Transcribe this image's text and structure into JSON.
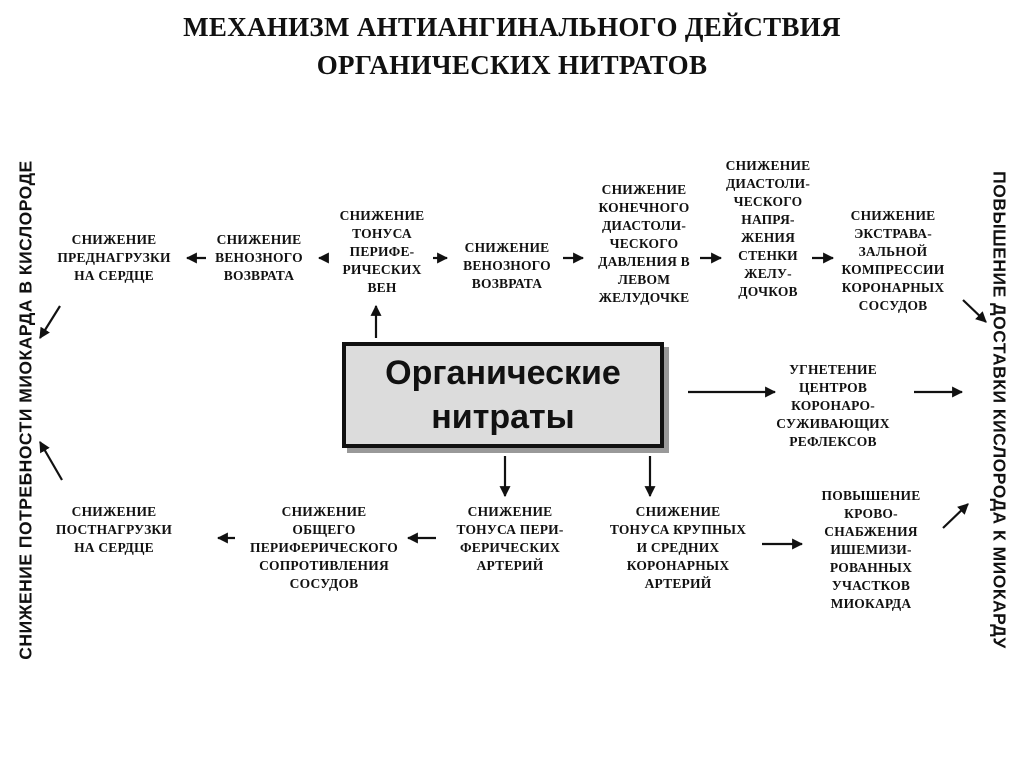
{
  "title": "МЕХАНИЗМ АНТИАНГИНАЛЬНОГО ДЕЙСТВИЯ\nОРГАНИЧЕСКИХ НИТРАТОВ",
  "central": "Органические\nнитраты",
  "side_left": "СНИЖЕНИЕ ПОТРЕБНОСТИ МИОКАРДА В КИСЛОРОДЕ",
  "side_right": "ПОВЫШЕНИЕ ДОСТАВКИ КИСЛОРОДА К МИОКАРДУ",
  "top_row": {
    "preload": "СНИЖЕНИЕ\nПРЕДНАГРУЗКИ\nНА СЕРДЦЕ",
    "venous_return_left": "СНИЖЕНИЕ\nВЕНОЗНОГО\nВОЗВРАТА",
    "venous_tone": "СНИЖЕНИЕ\nТОНУСА\nПЕРИФЕ-\nРИЧЕСКИХ\nВЕН",
    "venous_return_right": "СНИЖЕНИЕ\nВЕНОЗНОГО\nВОЗВРАТА",
    "end_diastolic_pressure": "СНИЖЕНИЕ\nКОНЕЧНОГО\nДИАСТОЛИ-\nЧЕСКОГО\nДАВЛЕНИЯ В\nЛЕВОМ\nЖЕЛУДОЧКЕ",
    "wall_tension": "СНИЖЕНИЕ\nДИАСТОЛИ-\nЧЕСКОГО\nНАПРЯ-\nЖЕНИЯ\nСТЕНКИ\nЖЕЛУ-\nДОЧКОВ",
    "extravascular_compression": "СНИЖЕНИЕ\nЭКСТРАВА-\nЗАЛЬНОЙ\nКОМПРЕССИИ\nКОРОНАРНЫХ\nСОСУДОВ"
  },
  "middle_row": {
    "reflex_inhibition": "УГНЕТЕНИЕ\nЦЕНТРОВ\nКОРОНАРО-\nСУЖИВАЮЩИХ\nРЕФЛЕКСОВ"
  },
  "bottom_row": {
    "afterload": "СНИЖЕНИЕ\nПОСТНАГРУЗКИ\nНА СЕРДЦЕ",
    "peripheral_resistance": "СНИЖЕНИЕ\nОБЩЕГО\nПЕРИФЕРИЧЕСКОГО\nСОПРОТИВЛЕНИЯ\nСОСУДОВ",
    "arterial_tone": "СНИЖЕНИЕ\nТОНУСА ПЕРИ-\nФЕРИЧЕСКИХ\nАРТЕРИЙ",
    "coronary_tone": "СНИЖЕНИЕ\nТОНУСА КРУПНЫХ\nИ СРЕДНИХ\nКОРОНАРНЫХ\nАРТЕРИЙ",
    "blood_supply": "ПОВЫШЕНИЕ\nКРОВО-\nСНАБЖЕНИЯ\nИШЕМИЗИ-\nРОВАННЫХ\nУЧАСТКОВ\nМИОКАРДА"
  },
  "colors": {
    "text": "#111111",
    "box_fill": "#dcdcdc",
    "arrow": "#111111"
  }
}
